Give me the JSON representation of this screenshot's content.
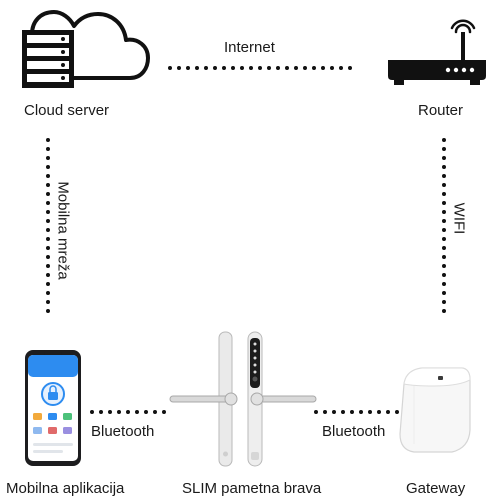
{
  "nodes": {
    "cloud_server": {
      "label": "Cloud server",
      "icon": "cloud-server-icon"
    },
    "router": {
      "label": "Router",
      "icon": "wifi-router-icon"
    },
    "mobile_app": {
      "label": "Mobilna aplikacija",
      "icon": "smartphone-app-icon"
    },
    "smart_lock": {
      "label": "SLIM pametna brava",
      "icon": "door-handle-lock-icon"
    },
    "gateway": {
      "label": "Gateway",
      "icon": "gateway-device-icon"
    }
  },
  "links": {
    "internet": {
      "label": "Internet",
      "from": "Cloud server",
      "to": "Router"
    },
    "mobile_network": {
      "label": "Mobilna mreža",
      "from": "Cloud server",
      "to": "Mobilna aplikacija"
    },
    "wifi": {
      "label": "WIFI",
      "from": "Router",
      "to": "Gateway"
    },
    "bluetooth_app": {
      "label": "Bluetooth",
      "from": "Mobilna aplikacija",
      "to": "SLIM pametna brava"
    },
    "bluetooth_gateway": {
      "label": "Bluetooth",
      "from": "SLIM pametna brava",
      "to": "Gateway"
    }
  },
  "colors": {
    "text": "#1a1a1a",
    "icon": "#111111",
    "link": "#111111",
    "phone_accent": "#2d8cf0"
  }
}
